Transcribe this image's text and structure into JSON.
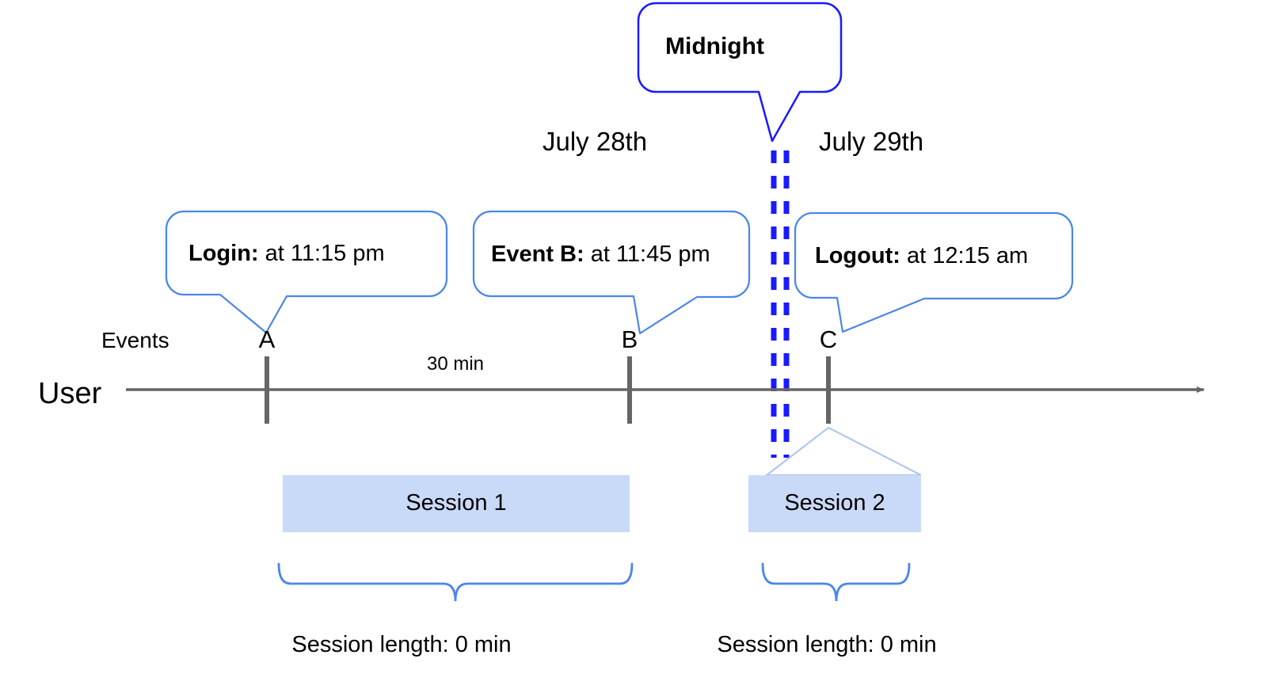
{
  "diagram": {
    "title_callout": {
      "label": "Midnight",
      "border_color": "#1a1aff"
    },
    "dates": [
      {
        "label": "July 28th"
      },
      {
        "label": "July 29th"
      }
    ],
    "event_callouts": [
      {
        "name": "Login",
        "bold_label": "Login:",
        "detail": " at 11:15 pm"
      },
      {
        "name": "Event B",
        "bold_label": "Event B:",
        "detail": " at 11:45 pm"
      },
      {
        "name": "Logout",
        "bold_label": "Logout:",
        "detail": " at 12:15 am"
      }
    ],
    "axis": {
      "row_label": "User",
      "events_label": "Events",
      "line_color": "#666666"
    },
    "event_markers": [
      {
        "letter": "A"
      },
      {
        "letter": "B"
      },
      {
        "letter": "C"
      }
    ],
    "gap_label": "30 min",
    "sessions": [
      {
        "label": "Session 1",
        "fill": "#c9daf8"
      },
      {
        "label": "Session 2",
        "fill": "#c9daf8"
      }
    ],
    "session_lengths": [
      {
        "label": "Session length: 0 min"
      },
      {
        "label": "Session length: 0 min"
      }
    ],
    "colors": {
      "callout_blue": "#4a86e8",
      "midnight_blue": "#1a1aff",
      "session_fill": "#c9daf8",
      "axis_gray": "#666666"
    }
  }
}
